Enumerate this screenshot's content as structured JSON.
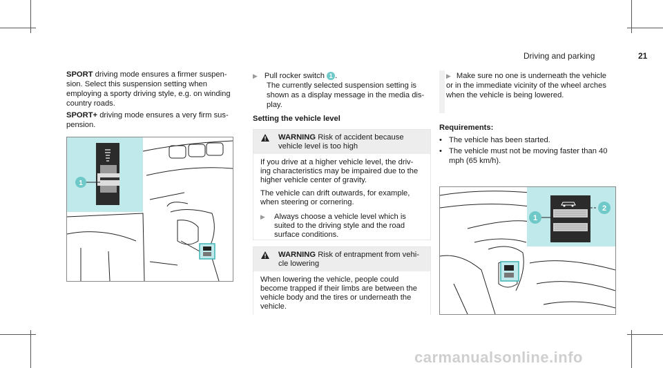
{
  "header": {
    "title": "Driving and parking",
    "page": "21"
  },
  "col1": {
    "sport_label": "SPORT",
    "sport_text": "driving mode ensures a firmer suspen-sion. Select this suspension setting when employing a sporty driving style, e.g. on winding country roads.",
    "sportplus_label": "SPORT+",
    "sportplus_text": "driving mode ensures a very firm sus-pension.",
    "figure_callout": "1"
  },
  "col2": {
    "step_text_a": "Pull rocker switch",
    "step_badge": "1",
    "step_text_b": "The currently selected suspension setting is shown as a display message in the media dis-play.",
    "heading": "Setting the vehicle level",
    "warning1": {
      "label": "WARNING",
      "title": "Risk of accident because vehicle level is too high",
      "p1": "If you drive at a higher vehicle level, the driv-ing characteristics may be impaired due to the higher vehicle center of gravity.",
      "p2": "The vehicle can drift outwards, for example, when steering or cornering.",
      "step": "Always choose a vehicle level which is suited to the driving style and the road surface conditions."
    },
    "warning2": {
      "label": "WARNING",
      "title": "Risk of entrapment from vehi-cle lowering",
      "p1": "When lowering the vehicle, people could become trapped if their limbs are between the vehicle body and the tires or underneath the vehicle."
    }
  },
  "col3": {
    "step_text": "Make sure no one is underneath the vehicle or in the immediate vicinity of the wheel arches when the vehicle is being lowered.",
    "req_heading": "Requirements:",
    "requirements": [
      "The vehicle has been started.",
      "The vehicle must not be moving faster than 40 mph (65 km/h)."
    ],
    "figure_callout_1": "1",
    "figure_callout_2": "2"
  },
  "watermark": "carmanualsonline.info",
  "colors": {
    "accent": "#6fc9c9",
    "highlight": "#bfe9ea",
    "warning_bg": "#ededed"
  }
}
